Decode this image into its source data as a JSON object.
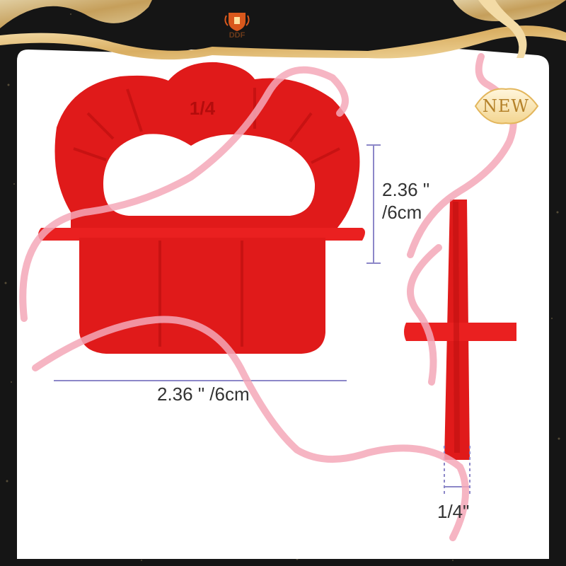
{
  "brand": {
    "logo_text": "DDF",
    "logo_icon": "shield-crest-icon"
  },
  "badge": {
    "label": "NEW"
  },
  "product": {
    "face_marking": "1/4",
    "color": "#e01a1a"
  },
  "dimensions": {
    "height_label": "2.36 \"\n/6cm",
    "width_label": "2.36 \" /6cm",
    "thickness_label": "1/4\""
  },
  "colors": {
    "frame_dark": "#151515",
    "frame_gold": "#e8c884",
    "dimension_line": "#8c87c8",
    "ribbon": "#f4a8b8"
  }
}
